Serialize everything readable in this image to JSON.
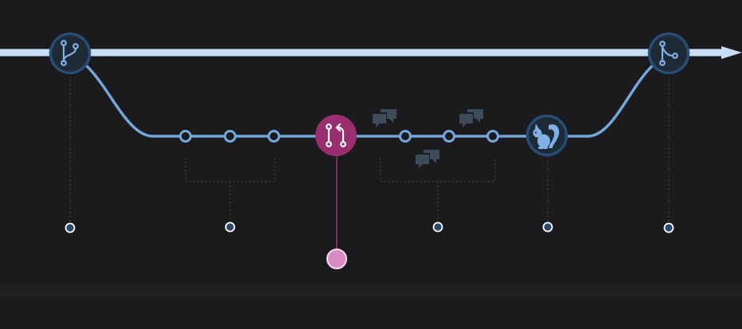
{
  "diagram": {
    "name": "git-flow-diagram",
    "colors": {
      "background": "#1b1b1d",
      "footer_band": "#1f1f21",
      "main_line": "#c8def7",
      "branch_line": "#73a6d9",
      "node_fill": "#1f2a37",
      "node_stroke": "#264d78",
      "icon": "#7fb0e6",
      "commit_stroke": "#74a8dc",
      "pull_request": "#9a2f6f",
      "pull_request_dot": "#d98ac4",
      "comment_icon": "#3d4b5b",
      "connector": "#4a4a4a"
    },
    "stages": [
      {
        "name": "branch-create",
        "icon": "git-branch-icon"
      },
      {
        "name": "commits",
        "icon": "commit-dot",
        "count": 3
      },
      {
        "name": "pull-request",
        "icon": "git-pull-request-icon"
      },
      {
        "name": "discussion",
        "icon": "comment-discussion-icon",
        "count": 3
      },
      {
        "name": "deploy",
        "icon": "squirrel-icon"
      },
      {
        "name": "merge",
        "icon": "git-merge-icon"
      }
    ]
  }
}
